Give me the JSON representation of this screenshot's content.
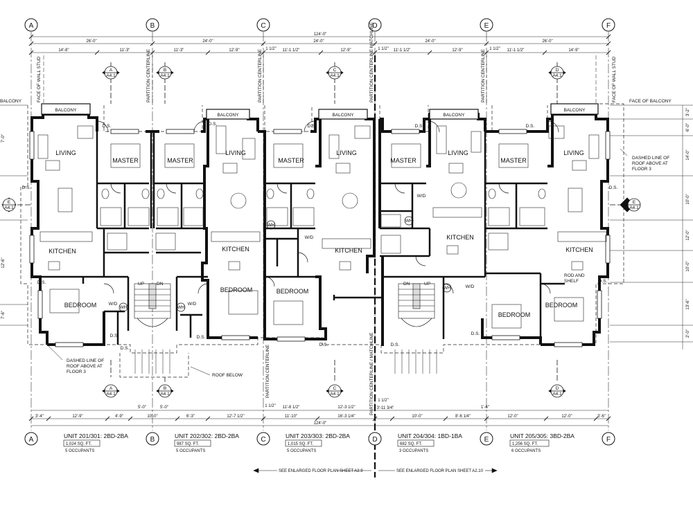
{
  "grid": {
    "lines": [
      "A",
      "B",
      "C",
      "D",
      "E",
      "F"
    ]
  },
  "dimensions": {
    "overall_top": "124'-0\"",
    "overall_bottom": "124'-0\"",
    "bays_top": [
      "26'-0\"",
      "24'-0\"",
      "24'-0\"",
      "24'-0\"",
      "26'-0\""
    ],
    "sub_top": [
      "14'-8\"",
      "11'-3\"",
      "11'-3\"",
      "12'-9\"",
      "1 1/2\"",
      "11'-1 1/2\"",
      "12'-9\"",
      "1 1/2\"",
      "11'-1 1/2\"",
      "12'-9\"",
      "1 1/2\"",
      "11'-1 1/2\"",
      "14'-9\""
    ],
    "bottom_a": [
      "3'-4\"",
      "12'-9\"",
      "4'-9\"",
      "10'-0\"",
      "6'-3\"",
      "12'-7 1/2\"",
      "11'-10\"",
      "16'-3 1/4\"",
      "3'-11 3/4\"",
      "10'-0\"",
      "8'-6 1/4\"",
      "12'-0\"",
      "12'-0\"",
      "3'-6\""
    ],
    "bottom_b": [
      "5'-0\"",
      "5'-0\"",
      "1 1/2\"",
      "11'-8 1/2\"",
      "12'-3 1/2\"",
      "1 1/2\"",
      "1'-6\""
    ],
    "right_side": [
      "3'-2\"",
      "6'-0\"",
      "14'-0\"",
      "10'-0\"",
      "12'-0\"",
      "10'-0\"",
      "13'-6\"",
      "2'-0\""
    ],
    "left_small": [
      "7'-0\"",
      "12'-6\"",
      "7'-6\""
    ]
  },
  "labels": {
    "face_wall_stud": "FACE OF WALL STUD",
    "partition_centerline": "PARTITION CENTERLINE",
    "partition_matchline": "PARTITION CENTERLINE MATCHLINE",
    "partition_matchline_bottom": "PARTITION CENTERLINE / MATCHLINE",
    "face_balcony": "FACE OF BALCONY",
    "balcony_left_cut": "BALCONY",
    "dashed_roof": [
      "DASHED LINE OF",
      "ROOF ABOVE AT",
      "FLOOR 3"
    ],
    "roof_below": "ROOF BELOW",
    "rod_shelf": [
      "ROD AND",
      "SHELF"
    ],
    "up": "UP",
    "dn": "DN"
  },
  "sections": {
    "a": {
      "letter": "A",
      "sheet": "A4.1"
    },
    "b": {
      "letter": "B",
      "sheet": "A4.1"
    },
    "c": {
      "letter": "C",
      "sheet": "A4.1"
    },
    "d": {
      "letter": "D",
      "sheet": "A4.1"
    },
    "e": {
      "letter": "E",
      "sheet": "A4.1"
    }
  },
  "rooms": {
    "balcony": "BALCONY",
    "living": "LIVING",
    "master": "MASTER",
    "kitchen": "KITCHEN",
    "bedroom": "BEDROOM",
    "ds": "D.S.",
    "wd": "W/D",
    "wh": "WH"
  },
  "units": [
    {
      "title": "UNIT 201/301: 2BD-2BA",
      "sqft": "1,024  SQ. FT.",
      "occupants": "5 OCCUPANTS"
    },
    {
      "title": "UNIT 202/302: 2BD-2BA",
      "sqft": "987  SQ. FT.",
      "occupants": "5 OCCUPANTS"
    },
    {
      "title": "UNIT 203/303: 2BD-2BA",
      "sqft": "1,015  SQ. FT.",
      "occupants": "5 OCCUPANTS"
    },
    {
      "title": "UNIT 204/304: 1BD-1BA",
      "sqft": "682  SQ. FT.",
      "occupants": "3 OCCUPANTS"
    },
    {
      "title": "UNIT 205/305: 3BD-2BA",
      "sqft": "1,256  SQ. FT.",
      "occupants": "6 OCCUPANTS"
    }
  ],
  "references": {
    "left": "SEE ENLARGED FLOOR PLAN SHEET A2.9",
    "right": "SEE ENLARGED FLOOR PLAN SHEET A2.10"
  }
}
